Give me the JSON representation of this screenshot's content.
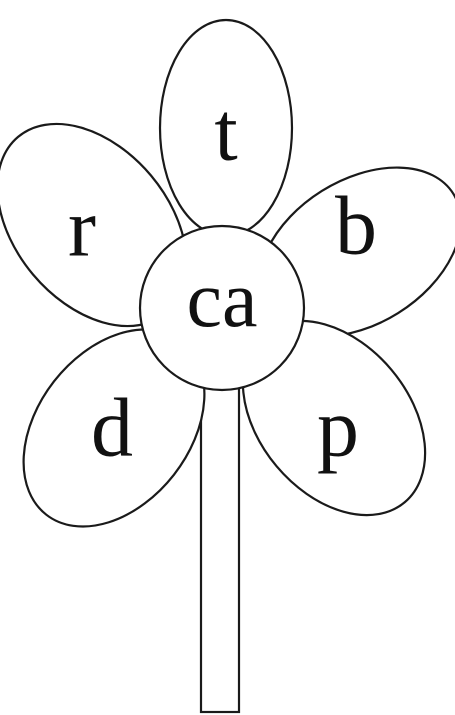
{
  "center": {
    "text": "ca"
  },
  "petals": {
    "top": "t",
    "upper_left": "r",
    "upper_right": "b",
    "lower_left": "d",
    "lower_right": "p"
  },
  "colors": {
    "ink": "#1a1a1a",
    "paper": "#ffffff"
  }
}
